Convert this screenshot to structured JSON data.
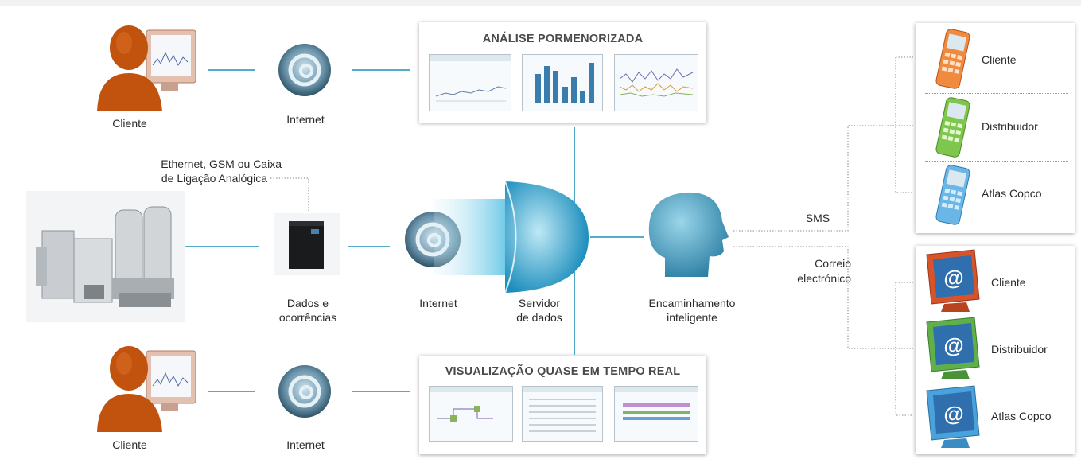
{
  "colors": {
    "connector": "#1e90b4",
    "dotted": "#888888",
    "person_skin": "#c2530f",
    "server_blue": "#5ec3e3",
    "head_blue": "#3b97b9"
  },
  "icons": {
    "client": "person-at-computer-icon",
    "internet": "globe-icon",
    "device": "data-logger-box-icon",
    "server": "server-dome-icon",
    "brain": "human-head-icon",
    "compressor": "compressor-equipment-icon",
    "phone": "mobile-phone-icon",
    "monitor": "email-monitor-icon"
  },
  "nodes": {
    "client_top": "Cliente",
    "internet_top": "Internet",
    "client_bottom": "Cliente",
    "internet_bottom": "Internet",
    "connection_note_1": "Ethernet, GSM ou Caixa",
    "connection_note_2": "de Ligação Analógica",
    "logger_1": "Dados e",
    "logger_2": "ocorrências",
    "internet_middle": "Internet",
    "server_1": "Servidor",
    "server_2": "de dados",
    "routing_1": "Encaminhamento",
    "routing_2": "inteligente",
    "sms": "SMS",
    "email_1": "Correio",
    "email_2": "electrónico"
  },
  "panels": {
    "analysis_title": "ANÁLISE PORMENORIZADA",
    "realtime_title": "VISUALIZAÇÃO QUASE EM TEMPO REAL"
  },
  "sms_recipients": [
    "Cliente",
    "Distribuidor",
    "Atlas Copco"
  ],
  "email_recipients": [
    "Cliente",
    "Distribuidor",
    "Atlas Copco"
  ]
}
